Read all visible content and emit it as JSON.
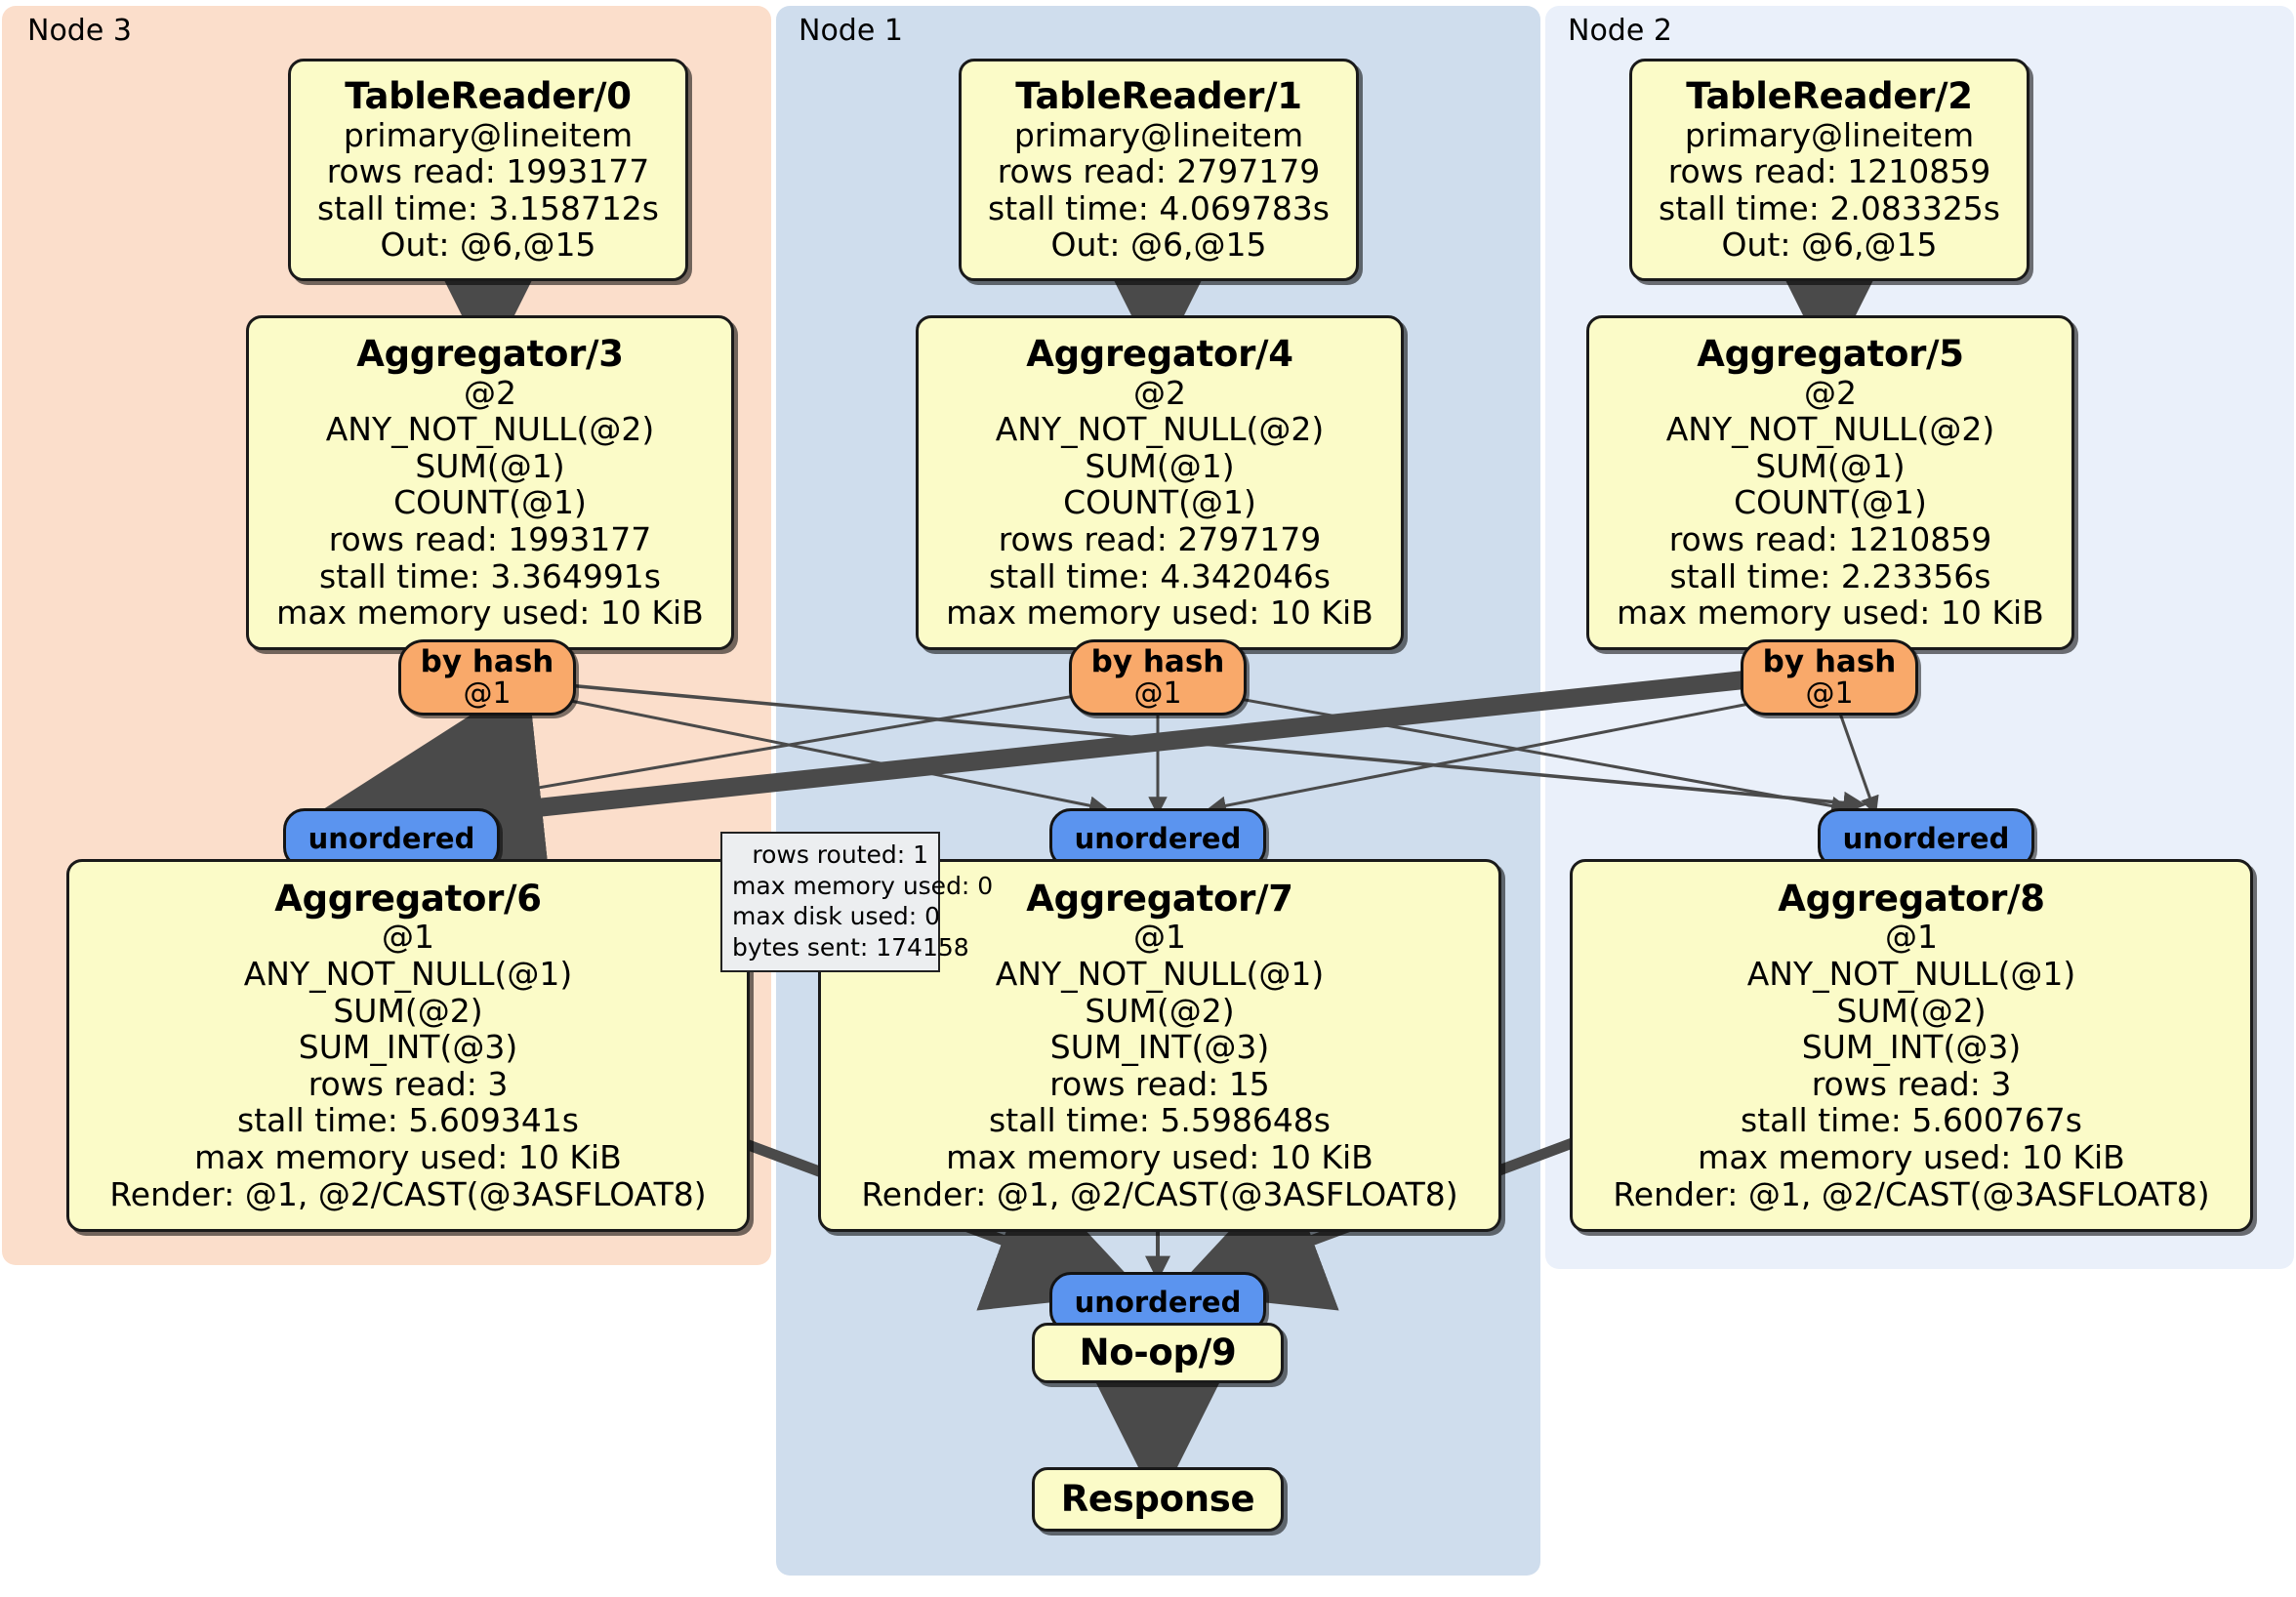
{
  "diagram": {
    "type": "distributed-query-execution-plan",
    "clusters": [
      {
        "id": "node3",
        "label": "Node 3",
        "color": "#fbdecb"
      },
      {
        "id": "node1",
        "label": "Node 1",
        "color": "#cfdded"
      },
      {
        "id": "node2",
        "label": "Node 2",
        "color": "#eaf0fa"
      }
    ],
    "colors": {
      "processor_fill": "#fbfbc8",
      "router_fill": "#f9a96a",
      "stream_fill": "#5b94ef",
      "statbox_fill": "#eceef0",
      "edge": "#4a4a4a",
      "border": "#141414"
    },
    "processors": [
      {
        "id": "tablereader0",
        "title": "TableReader/0",
        "lines": [
          "primary@lineitem",
          "rows read: 1993177",
          "stall time: 3.158712s",
          "Out: @6,@15"
        ]
      },
      {
        "id": "tablereader1",
        "title": "TableReader/1",
        "lines": [
          "primary@lineitem",
          "rows read: 2797179",
          "stall time: 4.069783s",
          "Out: @6,@15"
        ]
      },
      {
        "id": "tablereader2",
        "title": "TableReader/2",
        "lines": [
          "primary@lineitem",
          "rows read: 1210859",
          "stall time: 2.083325s",
          "Out: @6,@15"
        ]
      },
      {
        "id": "aggregator3",
        "title": "Aggregator/3",
        "lines": [
          "@2",
          "ANY_NOT_NULL(@2)",
          "SUM(@1)",
          "COUNT(@1)",
          "rows read: 1993177",
          "stall time: 3.364991s",
          "max memory used: 10 KiB"
        ]
      },
      {
        "id": "aggregator4",
        "title": "Aggregator/4",
        "lines": [
          "@2",
          "ANY_NOT_NULL(@2)",
          "SUM(@1)",
          "COUNT(@1)",
          "rows read: 2797179",
          "stall time: 4.342046s",
          "max memory used: 10 KiB"
        ]
      },
      {
        "id": "aggregator5",
        "title": "Aggregator/5",
        "lines": [
          "@2",
          "ANY_NOT_NULL(@2)",
          "SUM(@1)",
          "COUNT(@1)",
          "rows read: 1210859",
          "stall time: 2.23356s",
          "max memory used: 10 KiB"
        ]
      },
      {
        "id": "aggregator6",
        "title": "Aggregator/6",
        "lines": [
          "@1",
          "ANY_NOT_NULL(@1)",
          "SUM(@2)",
          "SUM_INT(@3)",
          "rows read: 3",
          "stall time: 5.609341s",
          "max memory used: 10 KiB",
          "Render: @1, @2/CAST(@3ASFLOAT8)"
        ]
      },
      {
        "id": "aggregator7",
        "title": "Aggregator/7",
        "lines": [
          "@1",
          "ANY_NOT_NULL(@1)",
          "SUM(@2)",
          "SUM_INT(@3)",
          "rows read: 15",
          "stall time: 5.598648s",
          "max memory used: 10 KiB",
          "Render: @1, @2/CAST(@3ASFLOAT8)"
        ]
      },
      {
        "id": "aggregator8",
        "title": "Aggregator/8",
        "lines": [
          "@1",
          "ANY_NOT_NULL(@1)",
          "SUM(@2)",
          "SUM_INT(@3)",
          "rows read: 3",
          "stall time: 5.600767s",
          "max memory used: 10 KiB",
          "Render: @1, @2/CAST(@3ASFLOAT8)"
        ]
      },
      {
        "id": "noop9",
        "title": "No-op/9",
        "lines": []
      },
      {
        "id": "response",
        "title": "Response",
        "lines": []
      }
    ],
    "routers": [
      {
        "id": "byhash0",
        "title": "by hash",
        "sub": "@1"
      },
      {
        "id": "byhash1",
        "title": "by hash",
        "sub": "@1"
      },
      {
        "id": "byhash2",
        "title": "by hash",
        "sub": "@1"
      }
    ],
    "streams": [
      {
        "id": "unordered0",
        "label": "unordered"
      },
      {
        "id": "unordered1",
        "label": "unordered"
      },
      {
        "id": "unordered2",
        "label": "unordered"
      },
      {
        "id": "unordered3",
        "label": "unordered"
      }
    ],
    "statbox": {
      "rows": [
        "rows routed: 1",
        "max memory used: 0",
        "max disk used: 0",
        "bytes sent: 174158"
      ]
    }
  }
}
